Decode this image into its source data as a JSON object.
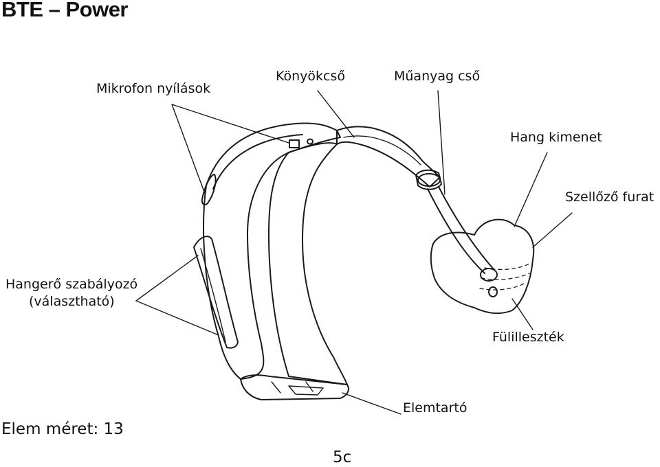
{
  "page": {
    "title": "BTE – Power",
    "battery_size": "Elem méret: 13",
    "page_number": "5c"
  },
  "labels": {
    "microphone_openings": "Mikrofon nyílások",
    "elbow": "Könyökcső",
    "plastic_tube": "Műanyag cső",
    "sound_outlet": "Hang kimenet",
    "vent": "Szellőző furat",
    "volume_control_line1": "Hangerő szabályozó",
    "volume_control_line2": "(választható)",
    "earmold": "Fülilleszték",
    "battery_holder": "Elemtartó"
  }
}
